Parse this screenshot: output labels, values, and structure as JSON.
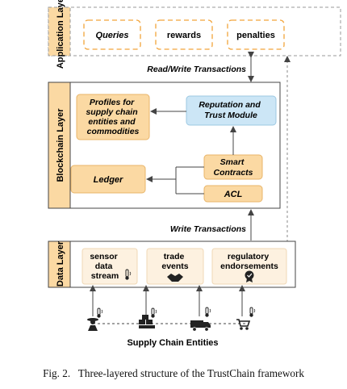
{
  "layers": {
    "application": {
      "label": "Application Layer",
      "boxes": [
        "Queries",
        "rewards",
        "penalties"
      ]
    },
    "blockchain": {
      "label": "Blockchain Layer",
      "profiles": [
        "Profiles for",
        "supply chain",
        "entities and",
        "commodities"
      ],
      "reputation": [
        "Reputation and",
        "Trust Module"
      ],
      "smart_contracts": [
        "Smart",
        "Contracts"
      ],
      "ledger": "Ledger",
      "acl": "ACL"
    },
    "data": {
      "label": "Data Layer",
      "boxes": [
        {
          "lines": [
            "sensor",
            "data",
            "stream"
          ]
        },
        {
          "lines": [
            "trade",
            "events"
          ]
        },
        {
          "lines": [
            "regulatory",
            "endorsements"
          ]
        }
      ]
    }
  },
  "edges": {
    "read_write": "Read/Write Transactions",
    "write": "Write Transactions"
  },
  "entities_label": "Supply Chain Entities",
  "caption": "Fig. 2.   Three-layered structure of the TrustChain framework",
  "colors": {
    "orange_box": "#fbd9a3",
    "orange_border": "#f2a43a",
    "blue_box": "#cce6f6",
    "dark": "#222222"
  },
  "icons": [
    "thermometer-icon",
    "farmer-icon",
    "forklift-icon",
    "handshake-icon",
    "truck-icon",
    "award-badge-icon",
    "shopping-cart-icon"
  ]
}
